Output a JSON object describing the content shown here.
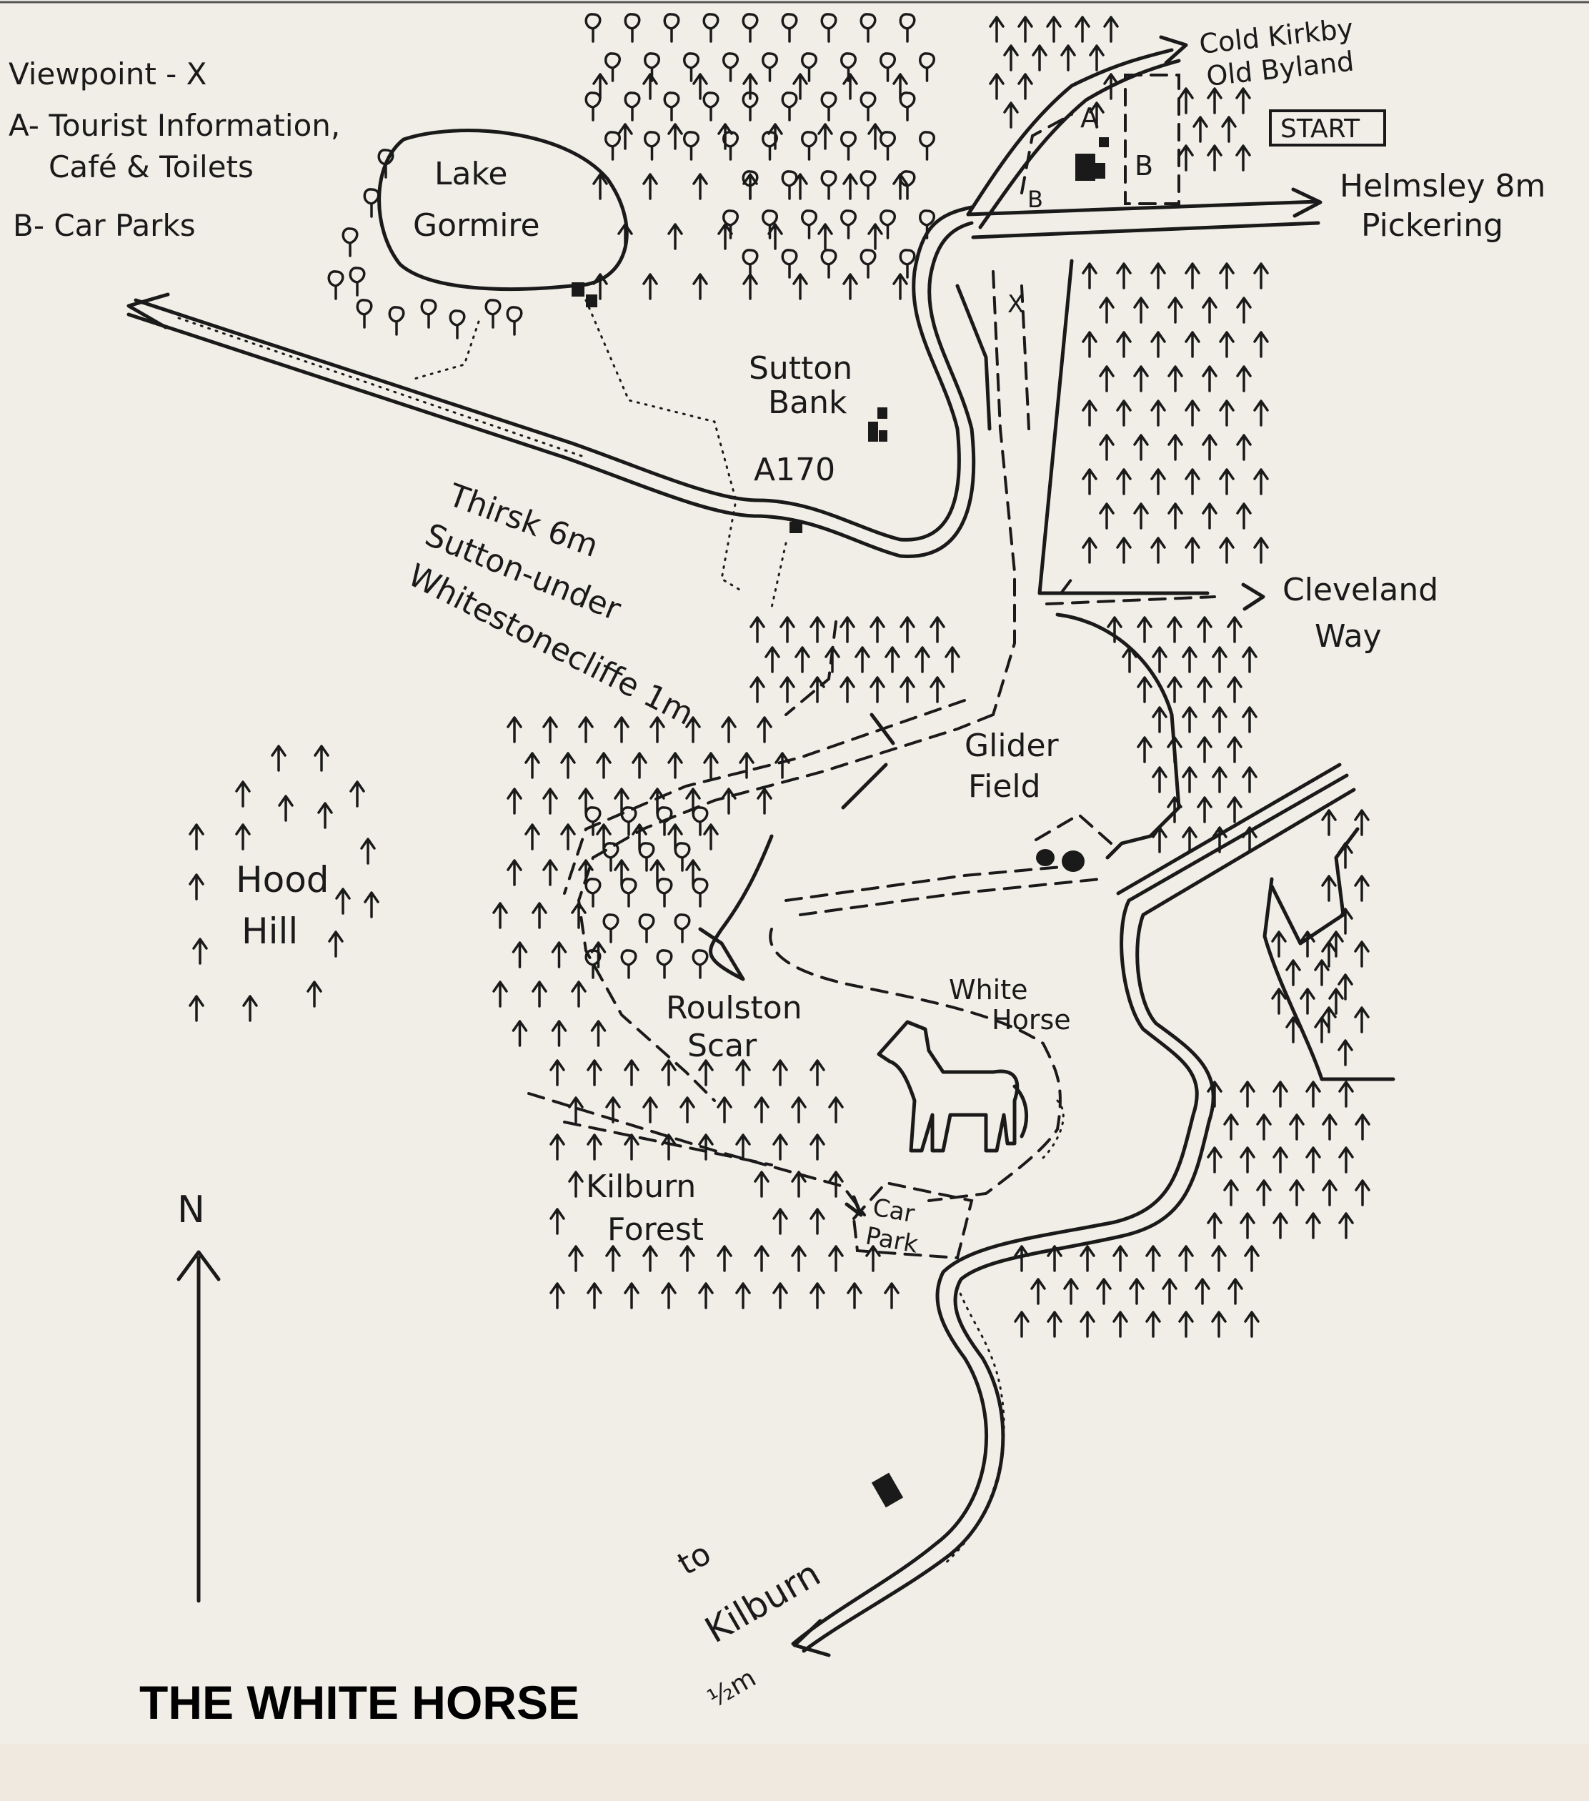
{
  "title": "THE WHITE HORSE",
  "legend": {
    "viewpoint": "Viewpoint - X",
    "tourist_info_line1": "A- Tourist Information,",
    "tourist_info_line2": "Café & Toilets",
    "car_parks": "B- Car Parks"
  },
  "labels": {
    "lake_line1": "Lake",
    "lake_line2": "Gormire",
    "sutton_bank_line1": "Sutton",
    "sutton_bank_line2": "Bank",
    "road_name": "A170",
    "thirsk": "Thirsk 6m",
    "sutton_under_line1": "Sutton-under",
    "sutton_under_line2": "Whitestonecliffe 1m",
    "cold_kirkby": "Cold Kirkby",
    "old_byland": "Old Byland",
    "start": "START",
    "helmsley": "Helmsley 8m",
    "pickering": "Pickering",
    "cleveland_line1": "Cleveland",
    "cleveland_line2": "Way",
    "glider_line1": "Glider",
    "glider_line2": "Field",
    "hood_line1": "Hood",
    "hood_line2": "Hill",
    "roulston_line1": "Roulston",
    "roulston_line2": "Scar",
    "white_horse_line1": "White",
    "white_horse_line2": "Horse",
    "kilburn_forest_line1": "Kilburn",
    "kilburn_forest_line2": "Forest",
    "car_park_line1": "Car",
    "car_park_line2": "Park",
    "to": "to",
    "kilburn": "Kilburn",
    "half_mile": "½m",
    "north": "N",
    "marker_a": "A",
    "marker_b_left": "B",
    "marker_b_right": "B",
    "viewpoint_x": "X"
  },
  "icons": {
    "conifer": "conifer-tree-icon",
    "deciduous": "deciduous-tree-icon",
    "building": "building-icon",
    "horse": "white-horse-figure-icon"
  },
  "colors": {
    "paper": "#f1eee7",
    "ink": "#1a1a1a"
  }
}
